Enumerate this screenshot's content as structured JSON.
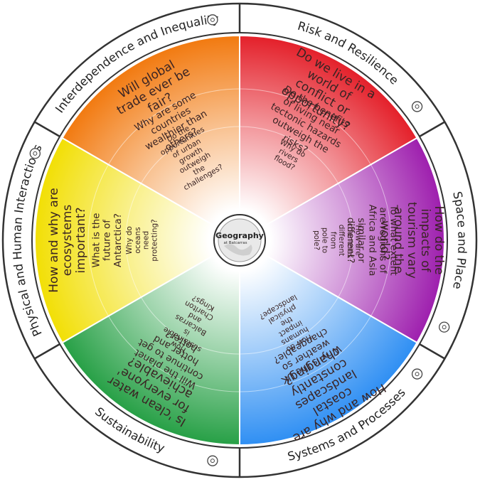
{
  "themes": [
    {
      "id": "risk",
      "label": "Risk and Resilience",
      "icon": "warning-triangle-icon"
    },
    {
      "id": "space",
      "label": "Space and Place",
      "icon": "map-pin-icon"
    },
    {
      "id": "systems",
      "label": "Systems and Processes",
      "icon": "gears-icon"
    },
    {
      "id": "sustainability",
      "label": "Sustainability",
      "icon": "recycle-icon"
    },
    {
      "id": "physical",
      "label": "Physical and Human Interactions",
      "icon": "globe-icon"
    },
    {
      "id": "interdependence",
      "label": "Interdependence and Inequality",
      "icon": "network-icon"
    }
  ],
  "segments": [
    {
      "id": "risk",
      "color": "#e4202a",
      "questions": [
        "Do we live in a world of conflict or opportunity?",
        "Do the benefits of living near tectonic hazards outweigh the risks?",
        "Why do rivers flood?"
      ]
    },
    {
      "id": "space",
      "color": "#9e1fae",
      "questions": [
        "How do the impacts of tourism vary around the world?",
        "To what extent are regions of Africa and Asia similar or different?",
        "How are countries different from pole to pole?"
      ]
    },
    {
      "id": "systems",
      "color": "#2f8ff3",
      "questions": [
        "How and why are coastal landscapes constantly changing?",
        "Why is the UK weather so changeable?",
        "How do humans impact the physical landscape?"
      ]
    },
    {
      "id": "sustainability",
      "color": "#27a046",
      "questions": [
        "Is 'clean water for everyone' achievable?",
        "Will the planet continue to get hotter and hotter?",
        "How sustainable is Balcarras and Charlton Kings?"
      ]
    },
    {
      "id": "physical",
      "color": "#f2df05",
      "questions": [
        "How and why are ecosystems important?",
        "What is the future of Antarctica?",
        "Why do oceans need protecting?"
      ]
    },
    {
      "id": "interdependence",
      "color": "#f27a10",
      "questions": [
        "Will global trade ever be fair?",
        "Why are some countries wealthier than others?",
        "Do the opportunities of urban growth outweigh the challenges?"
      ]
    }
  ],
  "center": {
    "title": "Geography",
    "subtitle": "at Balcarras"
  }
}
